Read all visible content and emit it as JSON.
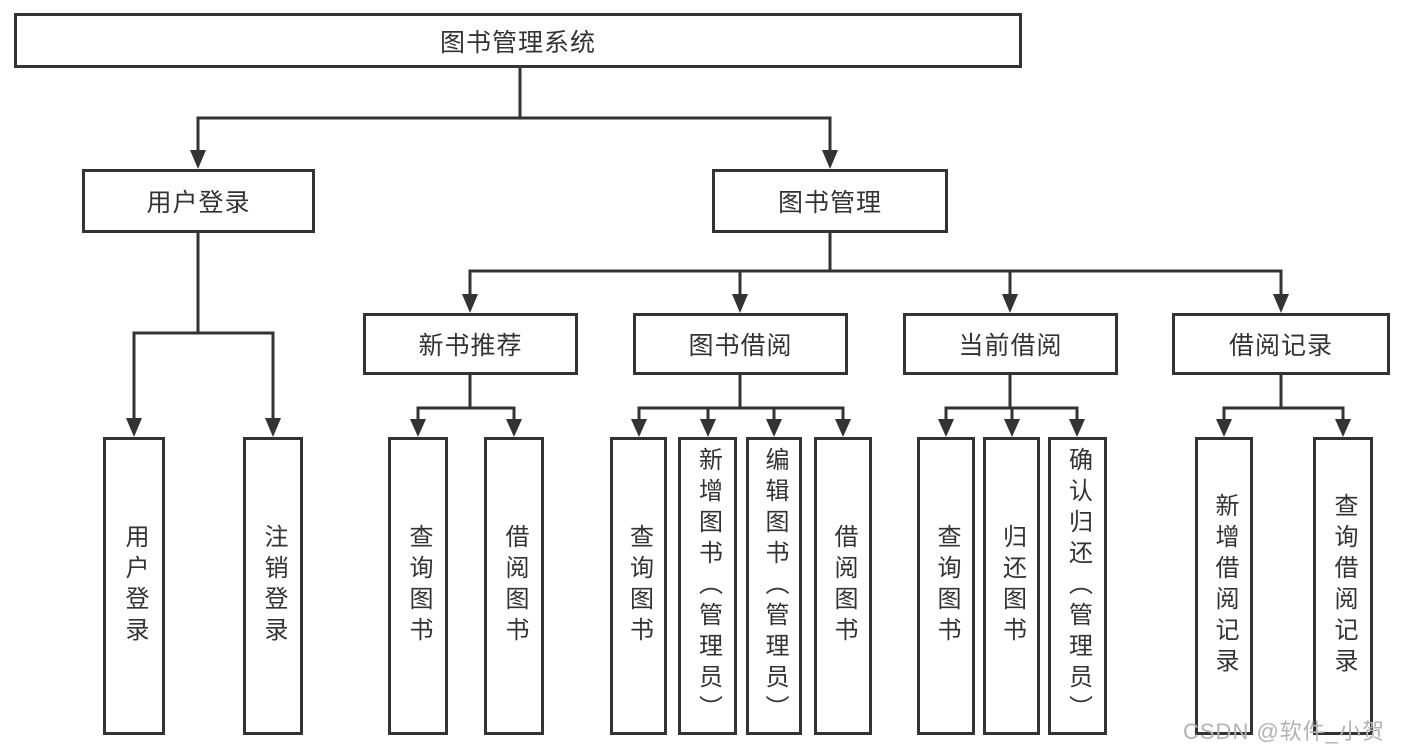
{
  "nodes": {
    "root": "图书管理系统",
    "level2": [
      {
        "label": "用户登录"
      },
      {
        "label": "图书管理"
      }
    ],
    "level3": [
      {
        "label": "新书推荐"
      },
      {
        "label": "图书借阅"
      },
      {
        "label": "当前借阅"
      },
      {
        "label": "借阅记录"
      }
    ],
    "leaves": {
      "user_login": [
        "用户登录",
        "注销登录"
      ],
      "new_book": [
        "查询图书",
        "借阅图书"
      ],
      "book_borrow": [
        "查询图书",
        "新增图书（管理员）",
        "编辑图书（管理员）",
        "借阅图书"
      ],
      "current_borrow": [
        "查询图书",
        "归还图书",
        "确认归还（管理员）"
      ],
      "borrow_record": [
        "新增借阅记录",
        "查询借阅记录"
      ]
    }
  },
  "watermark": "CSDN @软件_小贺同学",
  "colors": {
    "line": "#333333",
    "text": "#333333",
    "box_background": "#ffffff",
    "watermark": "#b3b3b3"
  }
}
